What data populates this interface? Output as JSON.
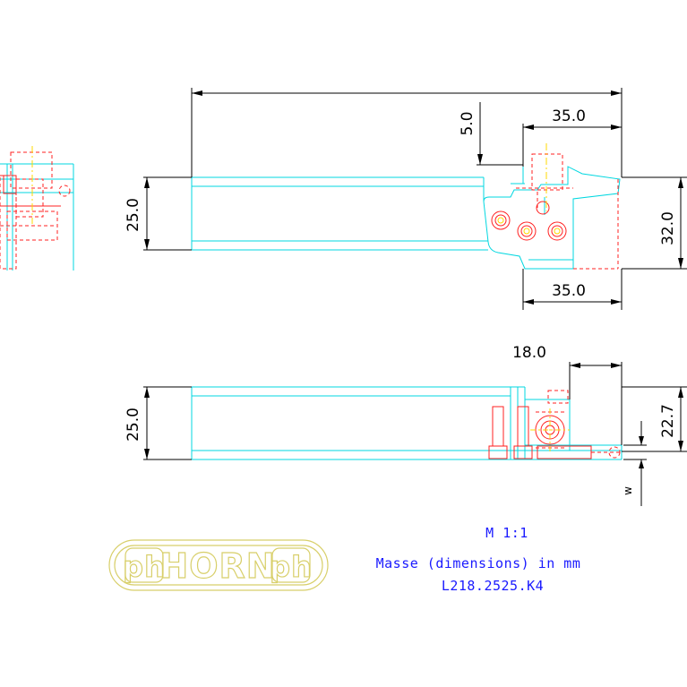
{
  "drawing": {
    "colors": {
      "outline": "#00d7e0",
      "hidden": "#ff2020",
      "dimension": "#000000",
      "centerline": "#ffd800",
      "note": "#1a1aff",
      "logo": "#d8cf6a"
    },
    "dims": {
      "top_height": "25.0",
      "top_right_height": "32.0",
      "top_offset": "5.0",
      "top_width_upper": "35.0",
      "top_width_lower": "35.0",
      "bottom_height": "25.0",
      "bottom_right_height": "22.7",
      "bottom_width": "18.0",
      "w_label": "w"
    },
    "notes": {
      "scale": "M 1:1",
      "units": "Masse (dimensions) in mm",
      "part_no": "L218.2525.K4"
    },
    "logo": {
      "left_mark": "ph",
      "brand": "HORN",
      "right_mark": "ph"
    }
  }
}
